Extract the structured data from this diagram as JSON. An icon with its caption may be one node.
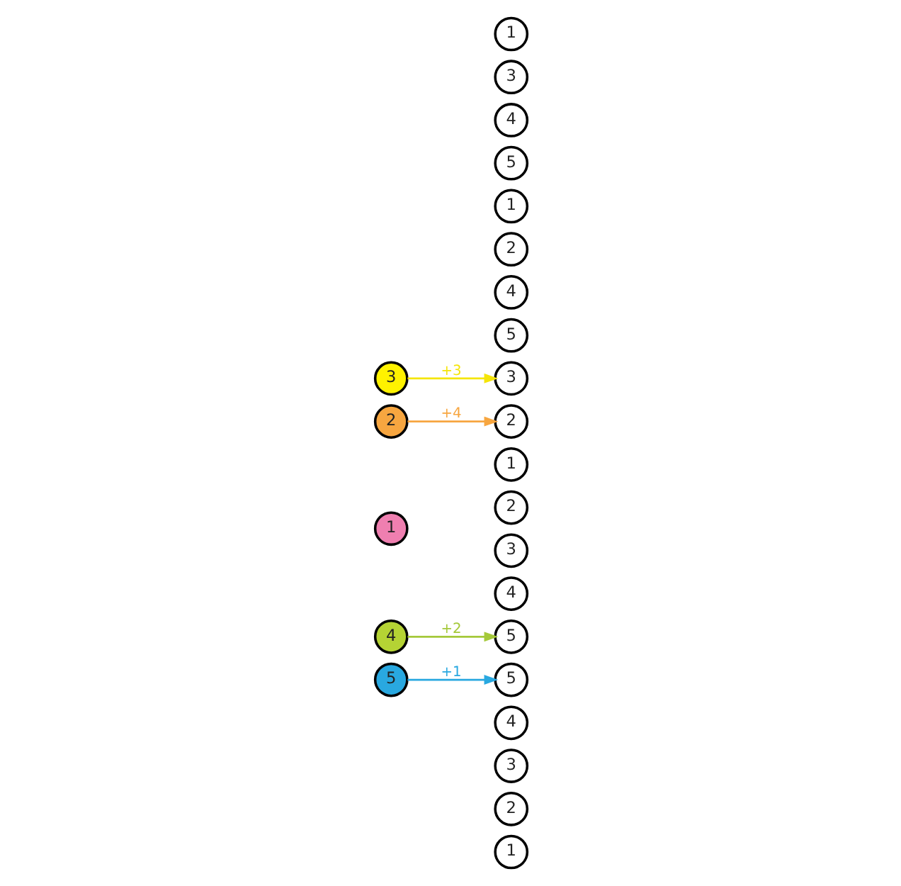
{
  "diagram": {
    "nodes": [
      {
        "text": [
          "1"
        ]
      },
      {
        "text": [
          "2"
        ]
      },
      {
        "text": [
          "3"
        ]
      },
      {
        "text": [
          "4"
        ]
      },
      {
        "text": [
          "5"
        ]
      },
      {
        "text": [
          "5"
        ]
      },
      {
        "text": [
          "4"
        ]
      },
      {
        "text": [
          "3"
        ]
      },
      {
        "text": [
          "2"
        ]
      },
      {
        "text": [
          "1"
        ]
      },
      {
        "text": [
          "1"
        ]
      },
      {
        "text": [
          "2"
        ]
      },
      {
        "text": [
          "3"
        ]
      },
      {
        "text": [
          "4"
        ]
      },
      {
        "text": [
          "5"
        ]
      },
      {
        "text": [
          "5"
        ]
      },
      {
        "text": [
          "4"
        ]
      },
      {
        "text": [
          "3"
        ]
      },
      {
        "text": [
          "2"
        ]
      },
      {
        "text": [
          "1"
        ]
      },
      {
        "text": [
          "5"
        ]
      },
      {
        "text": [
          "4"
        ]
      },
      {
        "text": [
          "3"
        ]
      },
      {
        "text": [
          "2"
        ]
      },
      {
        "text": [
          "1"
        ]
      }
    ],
    "edges": [
      {
        "from": 14,
        "to": 4,
        "arrow": "to",
        "label": "+1",
        "color": "#29a8e0"
      },
      {
        "from": 13,
        "to": 5,
        "arrow": "to",
        "label": "+2",
        "color": "#a5c93a"
      },
      {
        "from": 12,
        "to": 17,
        "arrow": "to",
        "label": "+3",
        "color": "#f5e50a"
      },
      {
        "from": 11,
        "to": 23,
        "arrow": "to",
        "label": "+4",
        "color": "#f7a640"
      }
    ]
  }
}
